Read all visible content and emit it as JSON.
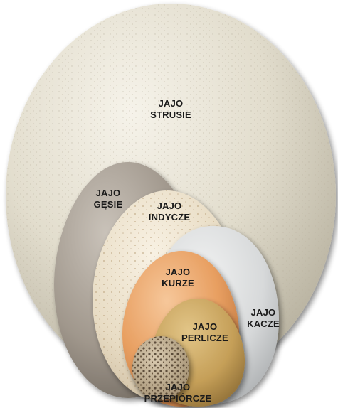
{
  "colors": {
    "ostrich": "#e4dfd0",
    "goose": "#a39b92",
    "turkey": "#ece1cc",
    "duck": "#d6d8d9",
    "chicken": "#e8a266",
    "guinea_fowl": "#c7a25b",
    "quail": "#b9a788"
  },
  "eggs": {
    "ostrich": {
      "line1": "JAJO",
      "line2": "STRUSIE"
    },
    "goose": {
      "line1": "JAJO",
      "line2": "GĘSIE"
    },
    "turkey": {
      "line1": "JAJO",
      "line2": "INDYCZE"
    },
    "duck": {
      "line1": "JAJO",
      "line2": "KACZE"
    },
    "chicken": {
      "line1": "JAJO",
      "line2": "KURZE"
    },
    "guinea_fowl": {
      "line1": "JAJO",
      "line2": "PERLICZE"
    },
    "quail": {
      "line1": "JAJO",
      "line2": "PRZEPIÓRCZE"
    }
  }
}
